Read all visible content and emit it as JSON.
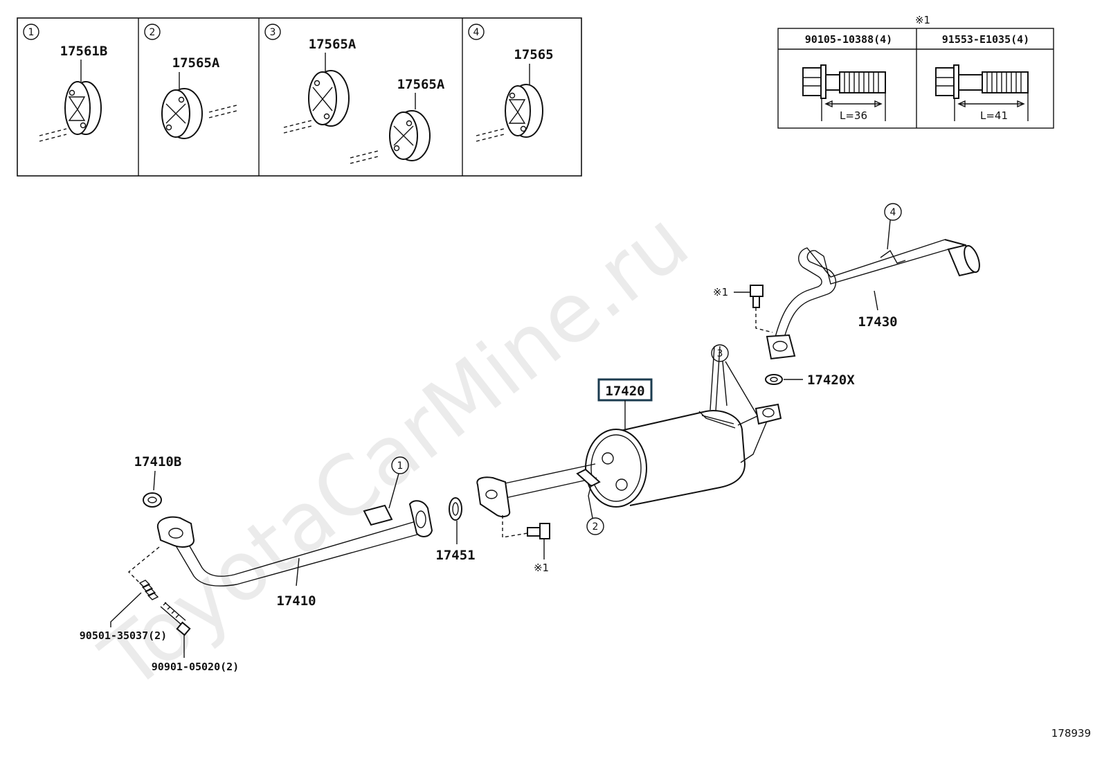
{
  "watermark": "ToyotaCarMine.ru",
  "figure_id": "178939",
  "reference_mark": "※1",
  "insets": [
    {
      "index": "1",
      "parts": [
        "17561B"
      ]
    },
    {
      "index": "2",
      "parts": [
        "17565A"
      ]
    },
    {
      "index": "3",
      "parts": [
        "17565A",
        "17565A"
      ]
    },
    {
      "index": "4",
      "parts": [
        "17565"
      ]
    }
  ],
  "bolt_table": {
    "mark": "※1",
    "columns": [
      {
        "part": "90105-10388(4)",
        "length": "L=36"
      },
      {
        "part": "91553-E1035(4)",
        "length": "L=41"
      }
    ]
  },
  "parts": {
    "p17420": "17420",
    "p17420x": "17420X",
    "p17430": "17430",
    "p17410": "17410",
    "p17410b": "17410B",
    "p17451": "17451",
    "p90501": "90501-35037(2)",
    "p90901": "90901-05020(2)"
  },
  "callouts": {
    "c1": "1",
    "c2": "2",
    "c3": "3",
    "c4": "4"
  }
}
